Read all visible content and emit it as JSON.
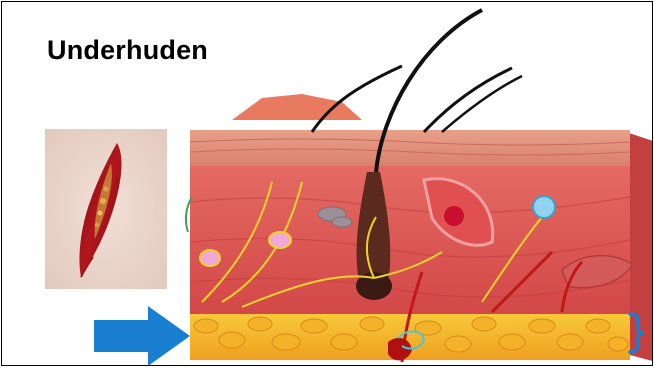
{
  "slide": {
    "title": "Underhuden"
  },
  "images": {
    "wound_photo": "wound-photo",
    "skin_cross_section": "skin-layers-illustration",
    "arrow_icon": "arrow-right-icon",
    "brace_icon": "brace-icon"
  },
  "colors": {
    "arrow": "#1a7fd1",
    "brace": "#1a7fd1",
    "fat_layer": "#f0a21c",
    "dermis": "#d94f4f",
    "nerves": "#f2d22a"
  }
}
